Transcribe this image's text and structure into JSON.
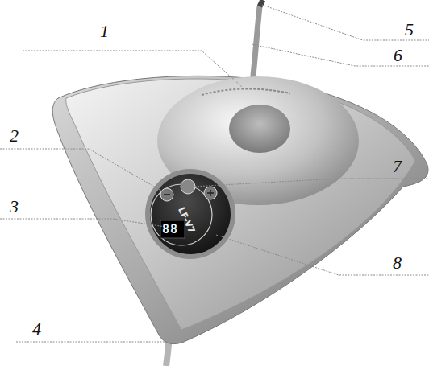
{
  "diagram": {
    "labels": [
      "1",
      "2",
      "3",
      "4",
      "5",
      "6",
      "7",
      "8",
      "LF-V7",
      "88"
    ]
  }
}
